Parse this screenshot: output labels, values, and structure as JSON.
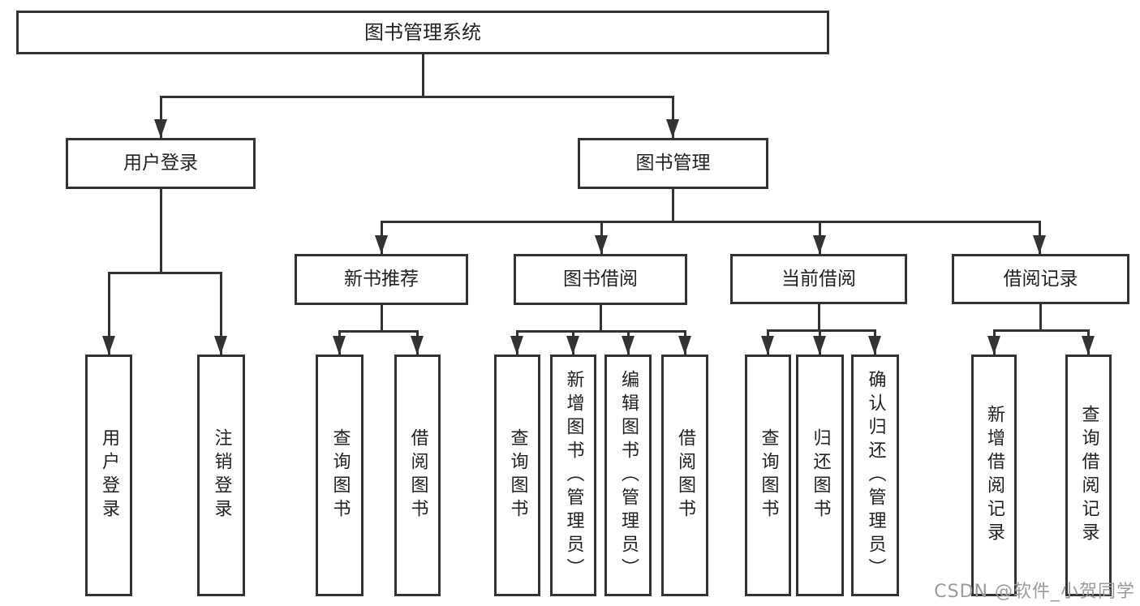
{
  "diagram": {
    "title": "图书管理系统",
    "nodes": [
      {
        "id": "root",
        "label": "图书管理系统",
        "level": 1,
        "parent": null
      },
      {
        "id": "user-login",
        "label": "用户登录",
        "level": 2,
        "parent": "root"
      },
      {
        "id": "book-management",
        "label": "图书管理",
        "level": 2,
        "parent": "root"
      },
      {
        "id": "new-book-recommend",
        "label": "新书推荐",
        "level": 3,
        "parent": "book-management"
      },
      {
        "id": "book-borrowing",
        "label": "图书借阅",
        "level": 3,
        "parent": "book-management"
      },
      {
        "id": "current-borrowing",
        "label": "当前借阅",
        "level": 3,
        "parent": "book-management"
      },
      {
        "id": "borrowing-records",
        "label": "借阅记录",
        "level": 3,
        "parent": "book-management"
      },
      {
        "id": "leaf-user-login",
        "label": "用户登录",
        "level": 4,
        "parent": "user-login"
      },
      {
        "id": "leaf-logout",
        "label": "注销登录",
        "level": 4,
        "parent": "user-login"
      },
      {
        "id": "leaf-nb-query",
        "label": "查询图书",
        "level": 4,
        "parent": "new-book-recommend"
      },
      {
        "id": "leaf-nb-borrow",
        "label": "借阅图书",
        "level": 4,
        "parent": "new-book-recommend"
      },
      {
        "id": "leaf-bb-query",
        "label": "查询图书",
        "level": 4,
        "parent": "book-borrowing"
      },
      {
        "id": "leaf-bb-add",
        "label": "新增图书（管理员）",
        "level": 4,
        "parent": "book-borrowing"
      },
      {
        "id": "leaf-bb-edit",
        "label": "编辑图书（管理员）",
        "level": 4,
        "parent": "book-borrowing"
      },
      {
        "id": "leaf-bb-borrow",
        "label": "借阅图书",
        "level": 4,
        "parent": "book-borrowing"
      },
      {
        "id": "leaf-cb-query",
        "label": "查询图书",
        "level": 4,
        "parent": "current-borrowing"
      },
      {
        "id": "leaf-cb-return",
        "label": "归还图书",
        "level": 4,
        "parent": "current-borrowing"
      },
      {
        "id": "leaf-cb-confirm",
        "label": "确认归还（管理员）",
        "level": 4,
        "parent": "current-borrowing"
      },
      {
        "id": "leaf-br-add",
        "label": "新增借阅记录",
        "level": 4,
        "parent": "borrowing-records"
      },
      {
        "id": "leaf-br-query",
        "label": "查询借阅记录",
        "level": 4,
        "parent": "borrowing-records"
      }
    ]
  },
  "watermark": {
    "text": "CSDN @软件_小贺同学"
  },
  "colors": {
    "line": "#333333",
    "text": "#222222",
    "watermark": "#9b9b9b",
    "background": "#ffffff"
  }
}
